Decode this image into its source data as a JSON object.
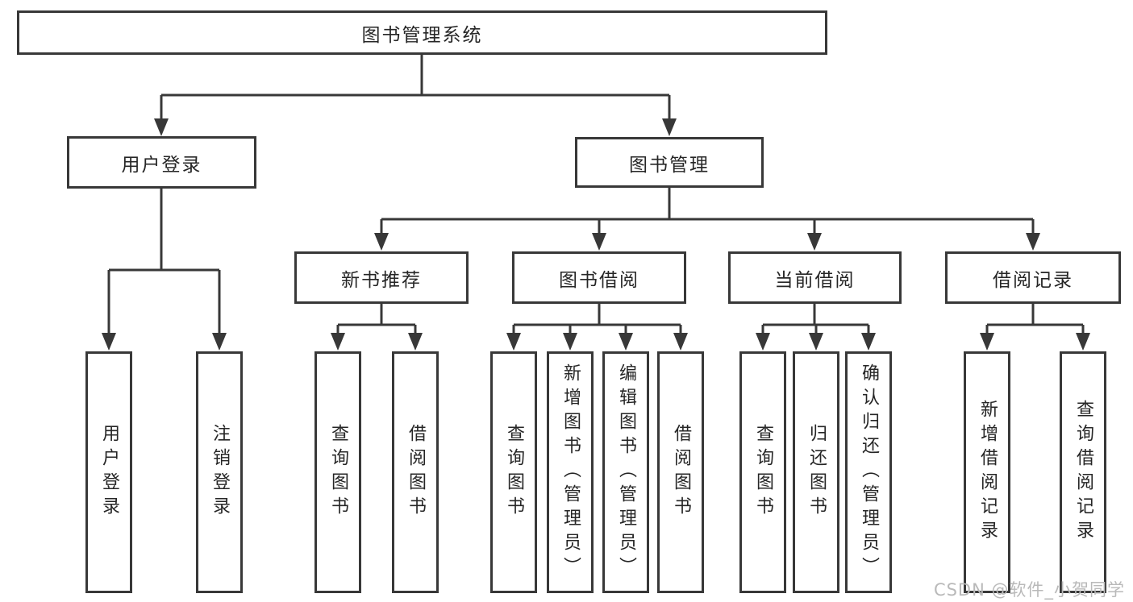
{
  "diagram": {
    "root": {
      "label": "图书管理系统"
    },
    "branches": [
      {
        "label": "用户登录",
        "leaves": [
          {
            "label": "用户登录"
          },
          {
            "label": "注销登录"
          }
        ]
      },
      {
        "label": "图书管理",
        "groups": [
          {
            "label": "新书推荐",
            "leaves": [
              {
                "label": "查询图书"
              },
              {
                "label": "借阅图书"
              }
            ]
          },
          {
            "label": "图书借阅",
            "leaves": [
              {
                "label": "查询图书"
              },
              {
                "label": "新增图书（管理员）"
              },
              {
                "label": "编辑图书（管理员）"
              },
              {
                "label": "借阅图书"
              }
            ]
          },
          {
            "label": "当前借阅",
            "leaves": [
              {
                "label": "查询图书"
              },
              {
                "label": "归还图书"
              },
              {
                "label": "确认归还（管理员）"
              }
            ]
          },
          {
            "label": "借阅记录",
            "leaves": [
              {
                "label": "新增借阅记录"
              },
              {
                "label": "查询借阅记录"
              }
            ]
          }
        ]
      }
    ]
  },
  "watermark": {
    "text": "CSDN @软件_小贺同学"
  },
  "colors": {
    "line": "#383838",
    "text": "#262626",
    "watermark": "#b9b9b9",
    "background": "#ffffff"
  }
}
